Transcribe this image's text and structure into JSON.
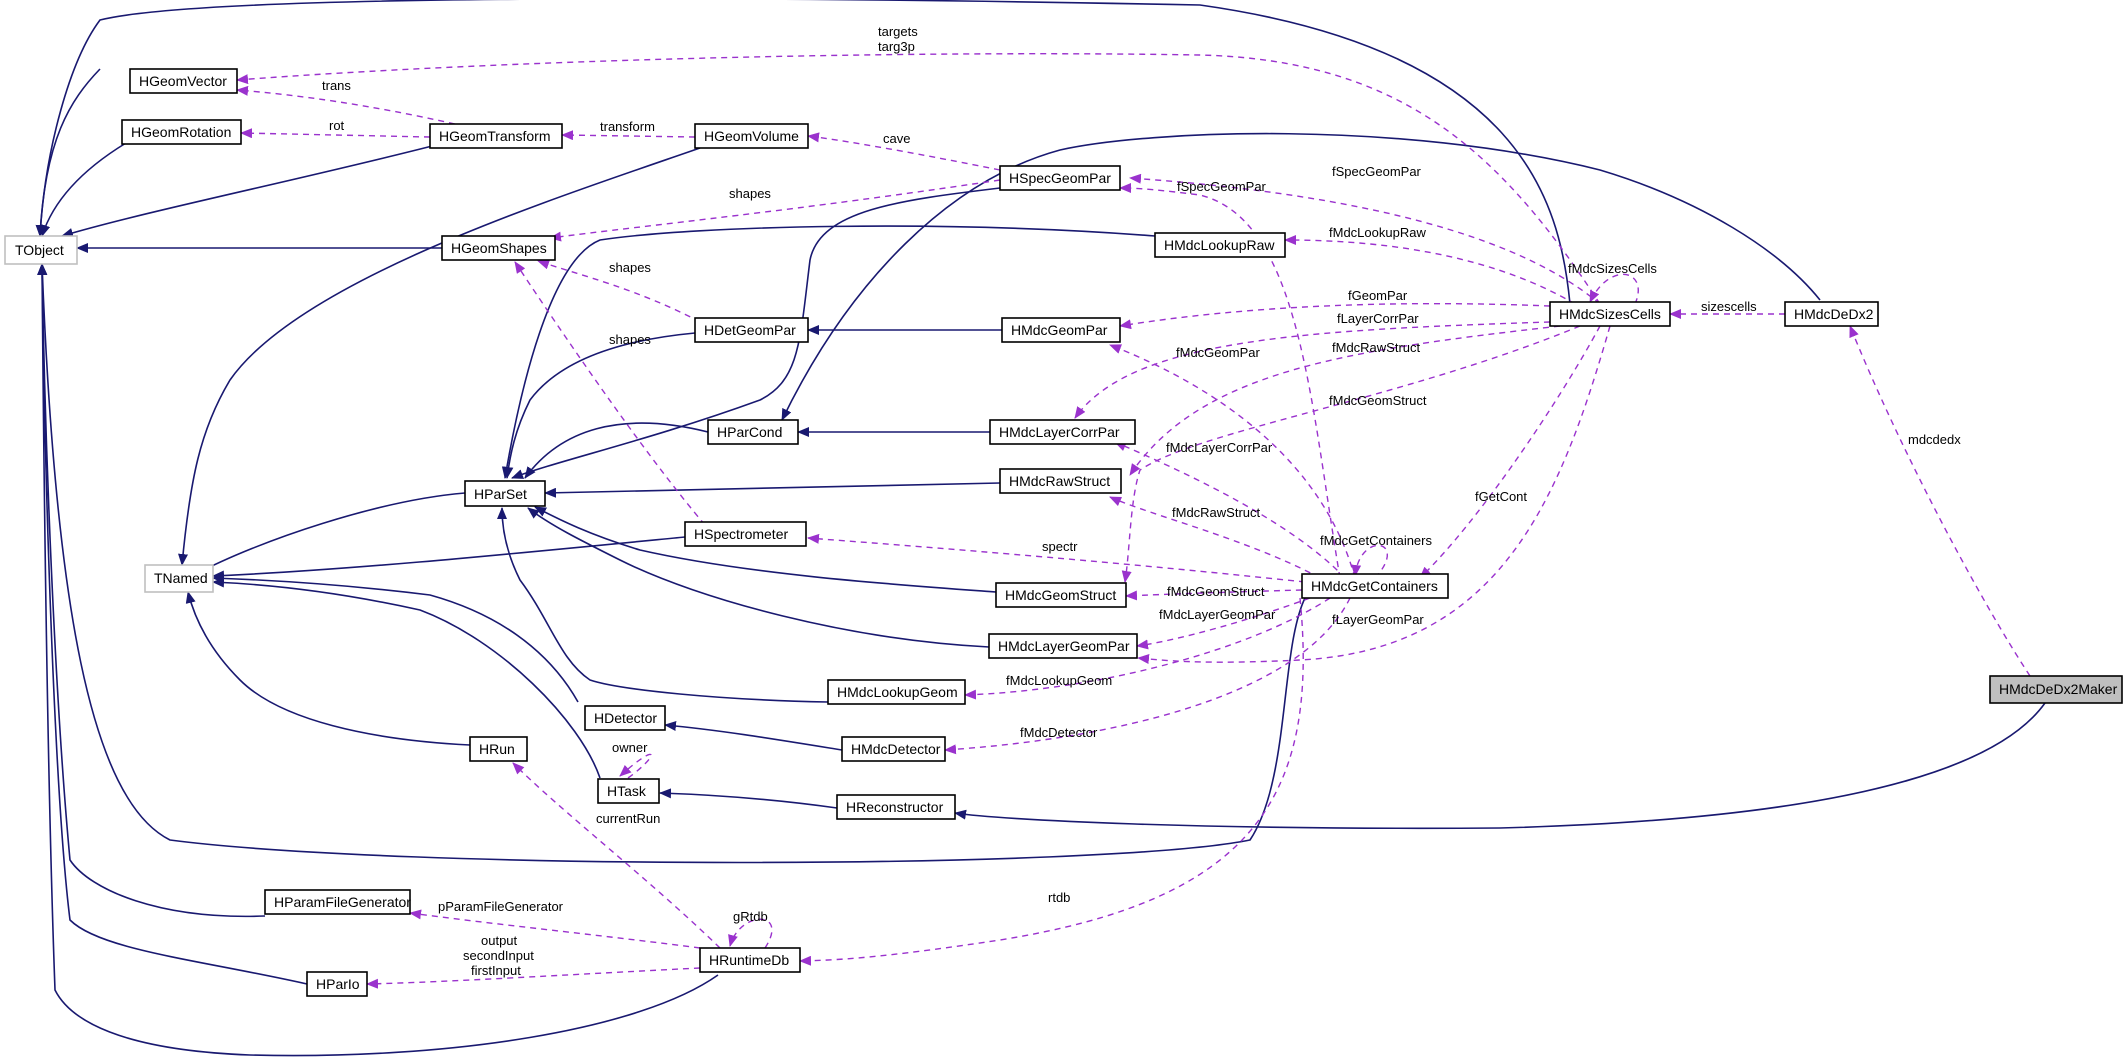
{
  "nodes": {
    "TObject": "TObject",
    "TNamed": "TNamed",
    "HGeomVector": "HGeomVector",
    "HGeomRotation": "HGeomRotation",
    "HGeomTransform": "HGeomTransform",
    "HGeomVolume": "HGeomVolume",
    "HGeomShapes": "HGeomShapes",
    "HSpecGeomPar": "HSpecGeomPar",
    "HMdcLookupRaw": "HMdcLookupRaw",
    "HMdcSizesCells": "HMdcSizesCells",
    "HMdcDeDx2": "HMdcDeDx2",
    "HDetGeomPar": "HDetGeomPar",
    "HMdcGeomPar": "HMdcGeomPar",
    "HParCond": "HParCond",
    "HMdcLayerCorrPar": "HMdcLayerCorrPar",
    "HParSet": "HParSet",
    "HMdcRawStruct": "HMdcRawStruct",
    "HSpectrometer": "HSpectrometer",
    "HMdcGeomStruct": "HMdcGeomStruct",
    "HMdcGetContainers": "HMdcGetContainers",
    "HMdcLayerGeomPar": "HMdcLayerGeomPar",
    "HMdcLookupGeom": "HMdcLookupGeom",
    "HDetector": "HDetector",
    "HMdcDetector": "HMdcDetector",
    "HRun": "HRun",
    "HTask": "HTask",
    "HReconstructor": "HReconstructor",
    "HParamFileGenerator": "HParamFileGenerator",
    "HRuntimeDb": "HRuntimeDb",
    "HParIo": "HParIo",
    "HMdcDeDx2Maker": "HMdcDeDx2Maker"
  },
  "edge_labels": {
    "targets": "targets",
    "targ3p": "targ3p",
    "trans": "trans",
    "rot": "rot",
    "transform": "transform",
    "cave": "cave",
    "shapes_1": "shapes",
    "shapes_2": "shapes",
    "shapes_3": "shapes",
    "fSpecGeomPar_1": "fSpecGeomPar",
    "fSpecGeomPar_2": "fSpecGeomPar",
    "fMdcLookupRaw": "fMdcLookupRaw",
    "fMdcSizesCells": "fMdcSizesCells",
    "sizescells": "sizescells",
    "fGeomPar": "fGeomPar",
    "fLayerCorrPar": "fLayerCorrPar",
    "fMdcRawStruct_1": "fMdcRawStruct",
    "fMdcGeomPar": "fMdcGeomPar",
    "fMdcGeomStruct_1": "fMdcGeomStruct",
    "mdcdedx": "mdcdedx",
    "fMdcLayerCorrPar": "fMdcLayerCorrPar",
    "fGetCont": "fGetCont",
    "fMdcRawStruct_2": "fMdcRawStruct",
    "fMdcGetContainers": "fMdcGetContainers",
    "spectr": "spectr",
    "fMdcGeomStruct_2": "fMdcGeomStruct",
    "fMdcLayerGeomPar": "fMdcLayerGeomPar",
    "fLayerGeomPar": "fLayerGeomPar",
    "fMdcLookupGeom": "fMdcLookupGeom",
    "fMdcDetector": "fMdcDetector",
    "owner": "owner",
    "currentRun": "currentRun",
    "rtdb": "rtdb",
    "gRtdb": "gRtdb",
    "pParamFileGenerator": "pParamFileGenerator",
    "output": "output",
    "secondInput": "secondInput",
    "firstInput": "firstInput"
  },
  "colors": {
    "inheritance": "#191970",
    "usage": "#9a32cd",
    "external_border": "#bfbfbf",
    "focus_fill": "#bfbfbf"
  }
}
